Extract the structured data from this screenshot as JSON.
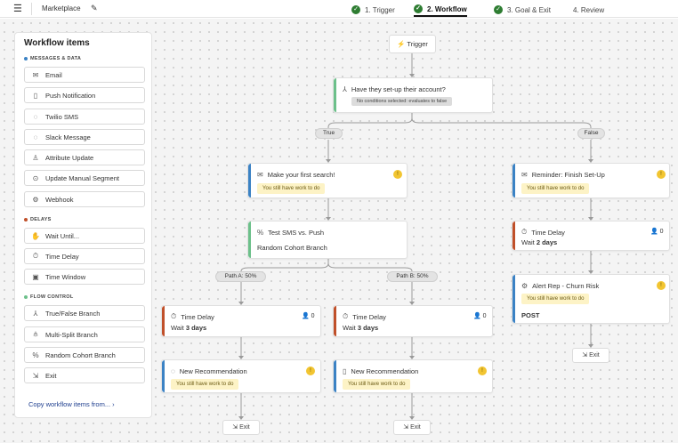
{
  "header": {
    "app_name": "Marketplace",
    "steps": [
      {
        "label": "1. Trigger",
        "done": true
      },
      {
        "label": "2. Workflow",
        "done": true
      },
      {
        "label": "3. Goal & Exit",
        "done": true
      },
      {
        "label": "4. Review",
        "done": false
      }
    ]
  },
  "sidebar": {
    "title": "Workflow items",
    "sections": {
      "messages": "MESSAGES & DATA",
      "delays": "DELAYS",
      "flow": "FLOW CONTROL"
    },
    "messages_items": [
      "Email",
      "Push Notification",
      "Twilio SMS",
      "Slack Message",
      "Attribute Update",
      "Update Manual Segment",
      "Webhook"
    ],
    "delay_items": [
      "Wait Until...",
      "Time Delay",
      "Time Window"
    ],
    "flow_items": [
      "True/False Branch",
      "Multi-Split Branch",
      "Random Cohort Branch",
      "Exit"
    ],
    "copy_link": "Copy workflow items from...  ›"
  },
  "canvas": {
    "trigger": "Trigger",
    "decision": {
      "title": "Have they set-up their account?",
      "note": "No conditions selected: evaluates to false"
    },
    "true_label": "True",
    "false_label": "False",
    "warn_text": "You still have work to do",
    "email_search": "Make your first search!",
    "reminder": "Reminder: Finish Set-Up",
    "test_branch": {
      "title": "Test SMS vs. Push",
      "sub": "Random Cohort Branch"
    },
    "path_a": "Path A: 50%",
    "path_b": "Path B: 50%",
    "time_delay": "Time Delay",
    "wait_prefix": "Wait ",
    "wait_3": "3 days",
    "wait_2": "2 days",
    "user_count": "0",
    "new_rec": "New Recommendation",
    "alert": {
      "title": "Alert Rep - Churn Risk",
      "method": "POST"
    },
    "exit": "Exit"
  },
  "colors": {
    "message_bar": "#3b82c4",
    "delay_bar": "#c0502a",
    "flow_bar": "#6cc08a",
    "done_check": "#2e7d32",
    "badge": "#f2c531",
    "warn_bg": "#fdf3c6"
  }
}
